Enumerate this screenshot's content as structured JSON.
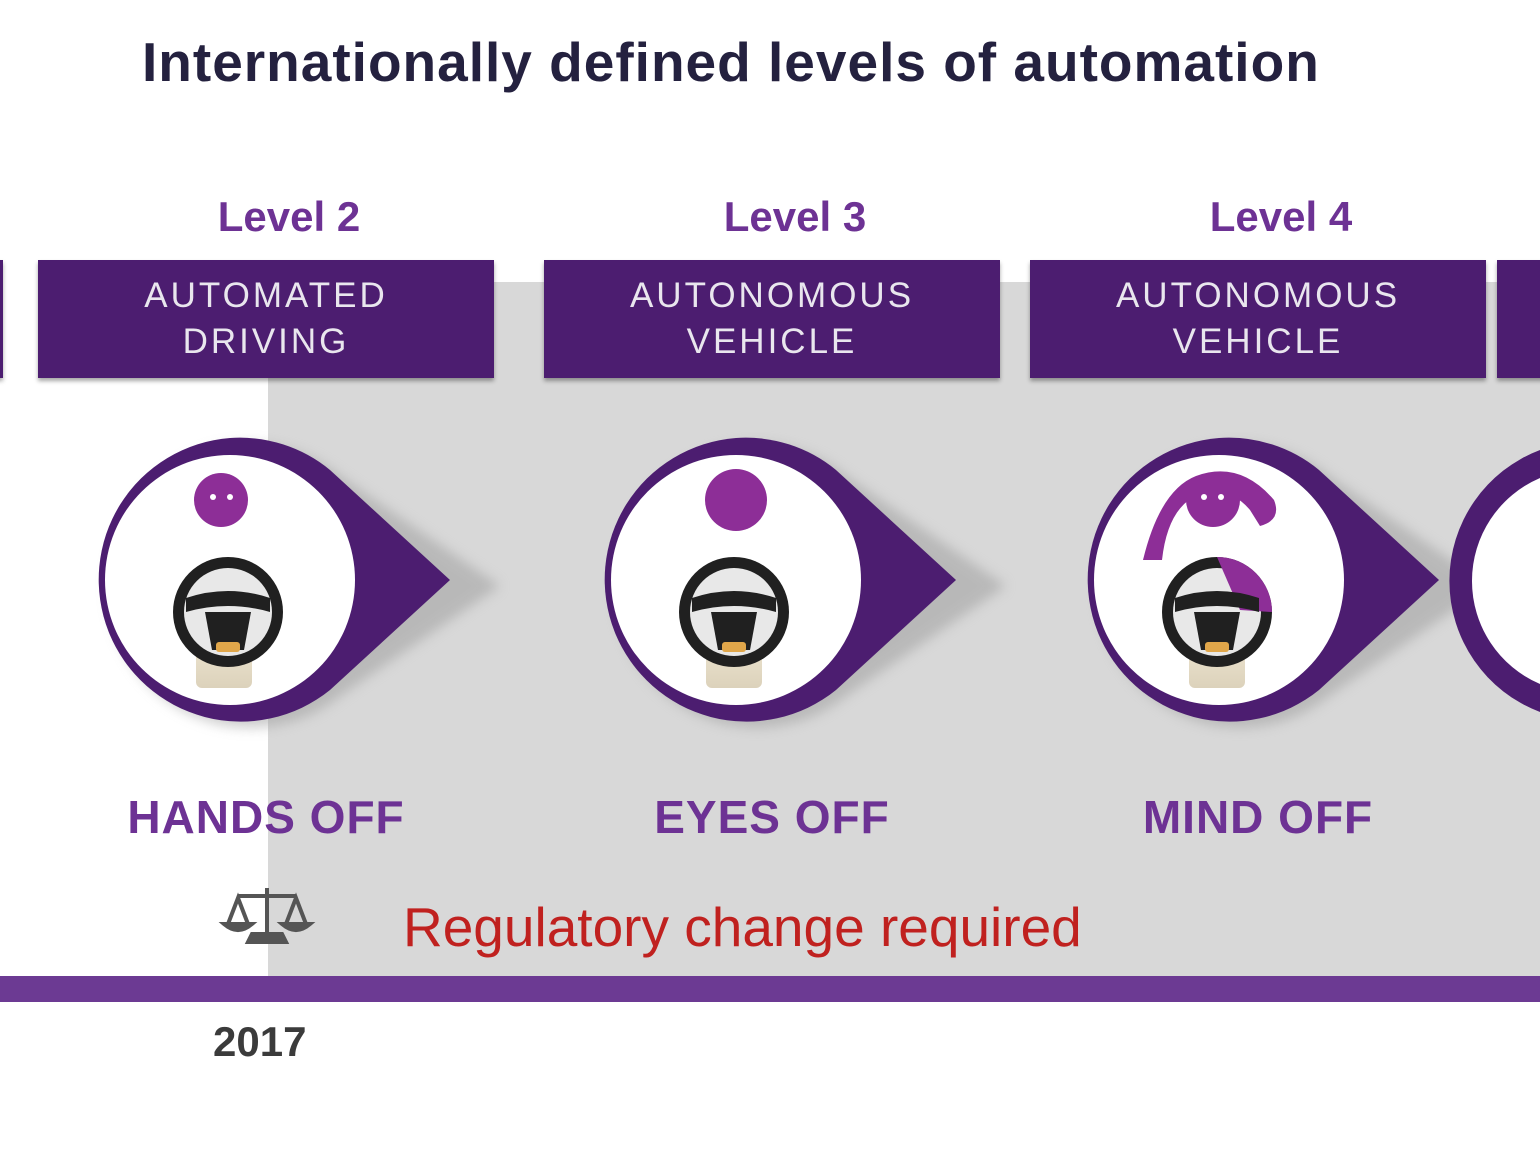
{
  "title": "Internationally defined levels of automation",
  "levels": [
    {
      "label": "Level 2",
      "banner": [
        "AUTOMATED",
        "DRIVING"
      ],
      "status": "HANDS OFF"
    },
    {
      "label": "Level 3",
      "banner": [
        "AUTONOMOUS",
        "VEHICLE"
      ],
      "status": "EYES OFF"
    },
    {
      "label": "Level 4",
      "banner": [
        "AUTONOMOUS",
        "VEHICLE"
      ],
      "status": "MIND OFF"
    }
  ],
  "regulatory_note": "Regulatory change required",
  "timeline_year": "2017",
  "colors": {
    "purple_dark": "#4c1d70",
    "purple": "#6d3294",
    "accent_red": "#c0211f",
    "gray_zone": "#d8d8d8"
  }
}
